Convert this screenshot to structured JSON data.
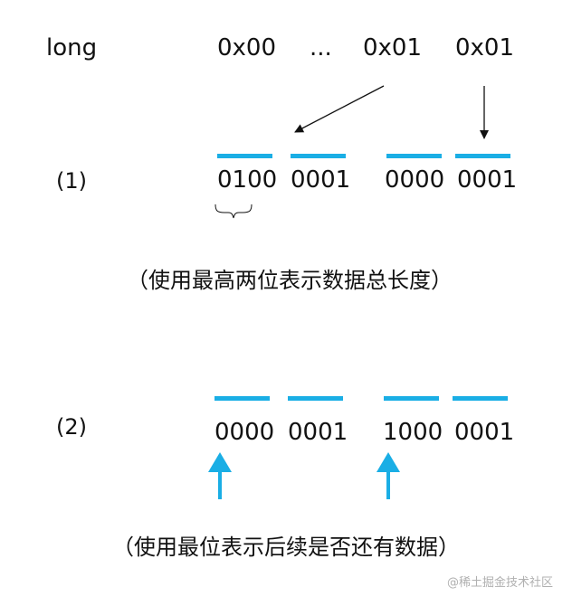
{
  "header": {
    "type_label": "long",
    "bytes": [
      "0x00",
      "...",
      "0x01",
      "0x01"
    ]
  },
  "rows": [
    {
      "label": "(1)",
      "groups": [
        "0100",
        "0001",
        "0000",
        "0001"
      ],
      "caption": "（使用最高两位表示数据总长度）"
    },
    {
      "label": "(2)",
      "groups": [
        "0000",
        "0001",
        "1000",
        "0001"
      ],
      "caption": "（使用最位表示后续是否还有数据）"
    }
  ],
  "watermark": "@稀土掘金技术社区",
  "colors": {
    "accent": "#1aaee5",
    "text": "#111111",
    "arrow": "#111111"
  },
  "icons": [
    "brace-icon",
    "arrow-icon"
  ]
}
